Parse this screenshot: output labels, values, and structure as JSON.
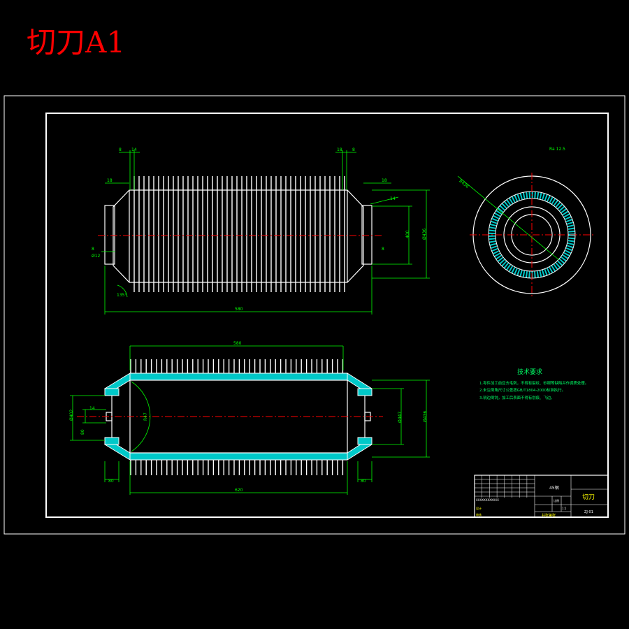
{
  "sheet_title": "切刀A1",
  "colors": {
    "background": "#000000",
    "title_red": "#ff0000",
    "outline_white": "#ffffff",
    "dimension_green": "#00ff00",
    "centerline_red": "#ff0000",
    "hatch_cyan": "#00c8c8",
    "note_cyan": "#00ff66",
    "title_block_yellow": "#ffff00",
    "title_block_cyan": "#00ffff"
  },
  "front_view": {
    "dims": {
      "overall_length": "580",
      "top_left_a": "8",
      "top_left_b": "14",
      "top_right_a": "18",
      "top_right_b": "8",
      "left_flange": "18",
      "right_flange": "18",
      "right_shoulder": "14",
      "bore_dia": "400",
      "outer_dia": "Ø436",
      "hub_a": "8",
      "hub_b": "8",
      "small_dia": "Ø12",
      "angle": "135°"
    }
  },
  "side_view": {
    "dims": {
      "outer_radius": "R436",
      "roughness": "Ra 12.5"
    }
  },
  "section_view": {
    "dims": {
      "top_length": "580",
      "bottom_length": "620",
      "left_height": "Ø402",
      "left_small_a": "14",
      "left_small_b": "80",
      "left_bottom": "80",
      "right_bottom": "80",
      "right_inner": "Ø447",
      "right_outer": "Ø436",
      "radius": "R47"
    }
  },
  "technical_notes": {
    "title": "技术要求",
    "items": [
      "1.零件加工前应去毛刺，不得有裂纹、砂眼等缺陷并作调质处理。",
      "2.未注倒角尺寸公差按GB/T1804-2000标准执行。",
      "3.锐边倒钝，加工后表面不得有划痕、飞边。"
    ]
  },
  "title_block": {
    "part_name": "切刀",
    "material": "45钢",
    "drawing_no": "ZJ-01",
    "scale": "1:1",
    "ratio": "比例",
    "sheet": "共张第张",
    "designer": "设计",
    "checker": "审核",
    "company": "XXXXXXXXXXXX"
  }
}
